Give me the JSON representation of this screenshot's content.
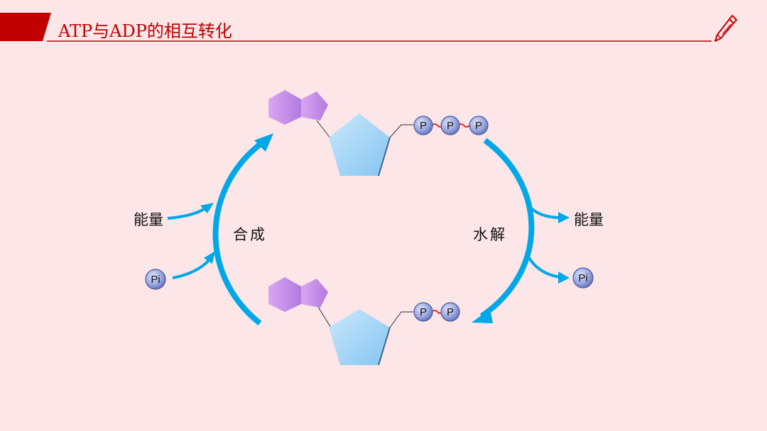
{
  "title": "ATP与ADP的相互转化",
  "labels": {
    "energy_in": "能量",
    "energy_out": "能量",
    "synthesis": "合成",
    "hydrolysis": "水解",
    "pi_in": "Pi",
    "pi_out": "Pi",
    "phosphate": "P"
  },
  "icons": {
    "pencil": "pencil-icon"
  },
  "colors": {
    "accent_red": "#c00000",
    "background": "#fde6e8",
    "arrow_blue": "#00a8e8",
    "adenine_purple": "#c48ce8",
    "ribose_blue": "#9ed4f7",
    "phosphate_circle": "#8b9bd6",
    "bond_red": "#e01010"
  }
}
